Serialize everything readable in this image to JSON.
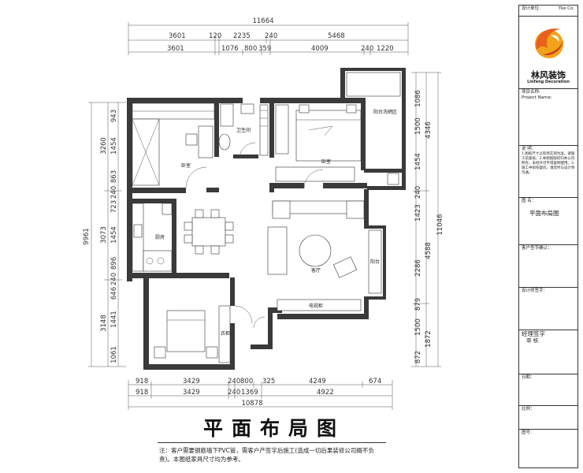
{
  "drawing": {
    "title": "平面布局图",
    "note": "注：客户需要钢筋墙下PVC管，需客户产签字后施工(造成一切后果装修公司概不负责)。本图纸家具尺寸均为参考。",
    "dims_top_total": "11664",
    "dims_top_1": [
      "3601",
      "120",
      "2235",
      "240",
      "5468"
    ],
    "dims_top_2": [
      "3601",
      "1076",
      "800",
      "359",
      "4009",
      "240",
      "1220"
    ],
    "dims_bottom_1": [
      "918",
      "3429",
      "240",
      "800",
      "325",
      "4249",
      "674"
    ],
    "dims_bottom_2": [
      "918",
      "3429",
      "240",
      "1369",
      "4922"
    ],
    "dims_bottom_total": "10878",
    "dims_left_total": "9961",
    "dims_left": [
      "943",
      "1454",
      "863",
      "240",
      "723",
      "1454",
      "896",
      "240",
      "646",
      "1441",
      "1061"
    ],
    "dims_left_2": [
      "3260",
      "3073",
      "3148"
    ],
    "dims_right": [
      "1086",
      "1500",
      "1454",
      "240",
      "1423",
      "2286",
      "879",
      "1500",
      "872"
    ],
    "dims_right_2": [
      "4346",
      "4588",
      "1872"
    ],
    "dims_right_total": "11046",
    "rooms": {
      "bedroom1": "卧室",
      "bathroom": "卫生间",
      "master": "卧室",
      "balcony": "阳台洗晒区",
      "kitchen": "厨房",
      "living": "客厅",
      "balcony2": "阳台",
      "wardrobe": "衣柜",
      "tv_cabinet": "电视柜"
    }
  },
  "title_block": {
    "design_unit": "设计单位:",
    "design_unit_right": "Tke Co.",
    "brand": "林风装饰",
    "brand_en": "Linfeng Decoration",
    "project_label": "项目名称:",
    "project_en": "Project Name:",
    "desc_label": "说  明：",
    "desc_text": "1.图纸尺寸以现场实测为准，请施工前复核。2.本图纸版权归本公司所有，未经许可不得复制使用。3.施工中如有疑问，请及时与设计师沟通。",
    "drawing_name_label": "图  名：",
    "drawing_name_value": "平面布局图",
    "sign1": "客户签字确认：",
    "sign2": "设计师签字：",
    "manager_label": "经理签字",
    "reviewer_label": "审  核",
    "date_label": "日期：",
    "scale_label": "比例：",
    "drawing_no_label": "图号："
  },
  "colors": {
    "wall": "#3a3a3a",
    "logo_orange": "#e8601c",
    "logo_yellow": "#f3a21a"
  }
}
